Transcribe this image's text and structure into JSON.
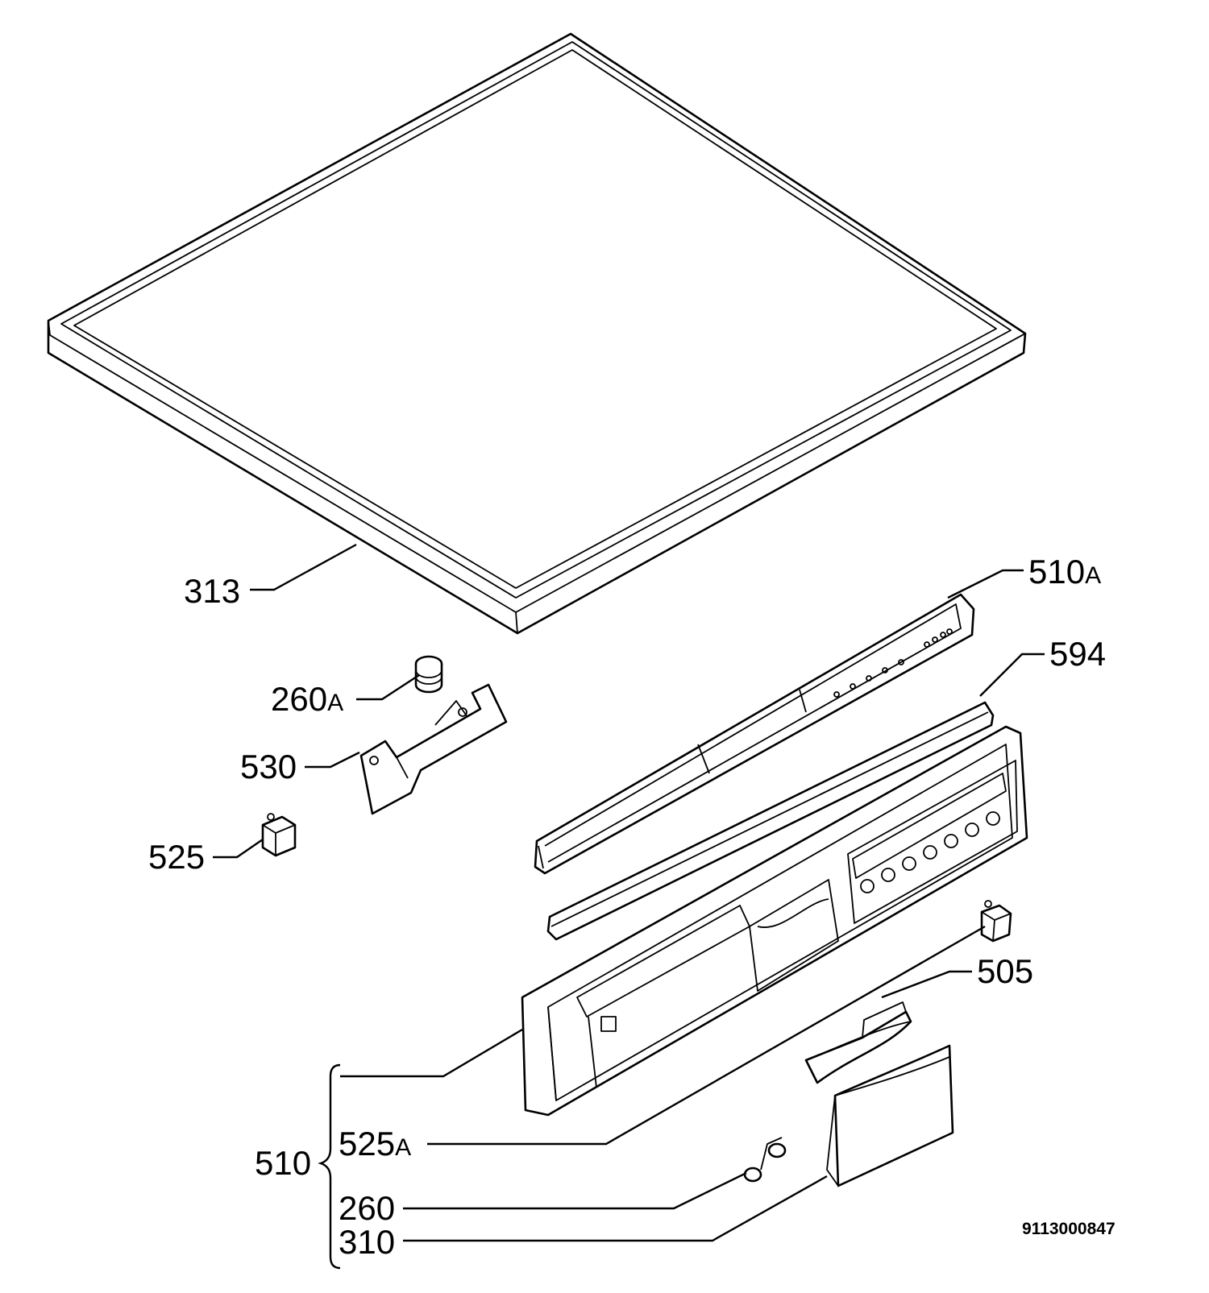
{
  "labels": {
    "p313": "313",
    "p510a_num": "510",
    "p510a_suffix": "A",
    "p594": "594",
    "p260a_num": "260",
    "p260a_suffix": "A",
    "p530": "530",
    "p525": "525",
    "p505": "505",
    "p510": "510",
    "p525a_num": "525",
    "p525a_suffix": "A",
    "p260": "260",
    "p310": "310"
  },
  "document_number": "9113000847"
}
